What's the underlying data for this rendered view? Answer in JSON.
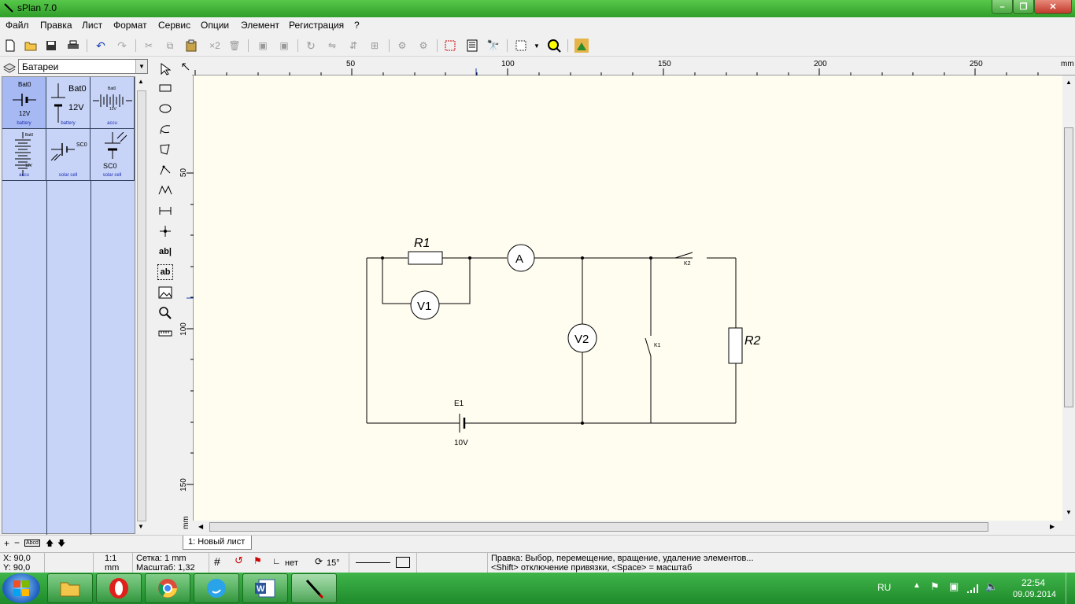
{
  "window": {
    "title": "sPlan 7.0"
  },
  "menu": [
    "Файл",
    "Правка",
    "Лист",
    "Формат",
    "Сервис",
    "Опции",
    "Элемент",
    "Регистрация",
    "?"
  ],
  "library": {
    "selected": "Батареи",
    "items": [
      {
        "top": "Bat0",
        "mid": "12V",
        "cap": "battery"
      },
      {
        "top": "Bat0",
        "mid": "12V",
        "cap": "battery"
      },
      {
        "top": "Bat0",
        "mid": "12V",
        "cap": "accu"
      },
      {
        "top": "Bat0",
        "mid": "12V",
        "cap": "accu"
      },
      {
        "top": "SC0",
        "mid": "",
        "cap": "solar cell"
      },
      {
        "top": "",
        "mid": "SC0",
        "cap": "solar cell"
      }
    ]
  },
  "toolbar": {
    "copy_count": "×2"
  },
  "tools": {
    "text1": "ab|",
    "text2": "ab"
  },
  "ruler": {
    "top": [
      "50",
      "100",
      "150",
      "200",
      "250",
      "mm"
    ],
    "left": [
      "50",
      "100",
      "150",
      "mm"
    ]
  },
  "schematic": {
    "r1": "R1",
    "r2": "R2",
    "ammeter": "A",
    "v1": "V1",
    "v2": "V2",
    "k1": "K1",
    "k2": "K2",
    "e1": "E1",
    "e1_value": "10V"
  },
  "sheet_tab": "1: Новый лист",
  "bottom": {
    "abcd": "Abcd"
  },
  "status": {
    "x": "X: 90,0",
    "y": "Y: 90,0",
    "scale_ratio": "1:1",
    "unit": "mm",
    "grid": "Сетка: 1 mm",
    "zoom": "Масштаб:  1,32",
    "angle_label": "нет",
    "rotation": "15°",
    "hint1": "Правка: Выбор, перемещение, вращение, удаление элементов...",
    "hint2": "<Shift> отключение привязки, <Space> = масштаб"
  },
  "taskbar": {
    "lang": "RU",
    "time": "22:54",
    "date": "09.09.2014"
  },
  "colors": {
    "accent": "#2f9e2a",
    "canvas": "#fffdf0",
    "library": "#c7d4f7"
  }
}
